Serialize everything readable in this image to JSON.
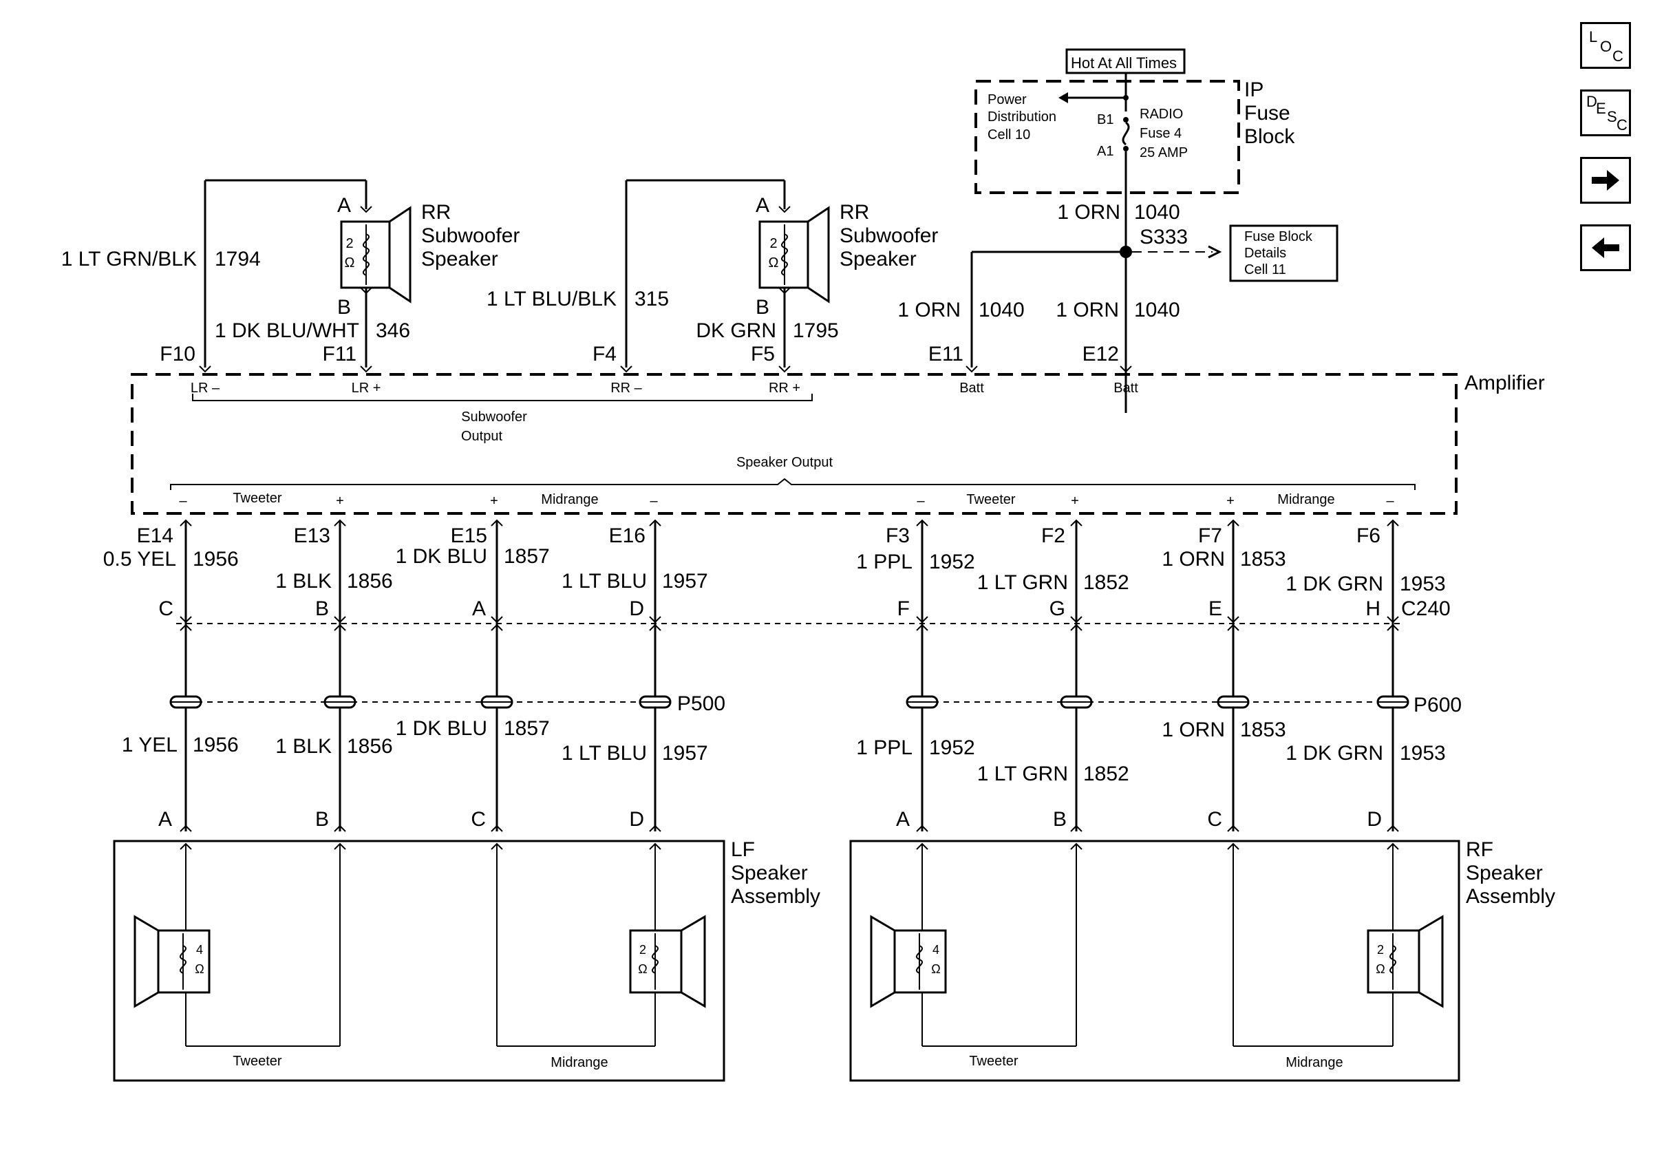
{
  "nav": {
    "loc": [
      "L",
      "O",
      "C"
    ],
    "desc": [
      "D",
      "E",
      "S",
      "C"
    ]
  },
  "fuse_block": {
    "hot_label": "Hot At All Times",
    "pdc": [
      "Power",
      "Distribution",
      "Cell 10"
    ],
    "pins": [
      "B1",
      "A1"
    ],
    "fuse": [
      "RADIO",
      "Fuse 4",
      "25 AMP"
    ],
    "title": [
      "IP",
      "Fuse",
      "Block"
    ]
  },
  "fused_feed": {
    "wire": "1 ORN",
    "circuit": "1040",
    "splice": "S333"
  },
  "details": [
    "Fuse Block",
    "Details",
    "Cell 11"
  ],
  "batt_feeds": [
    {
      "wire": "1 ORN",
      "circuit": "1040",
      "pin": "E11",
      "term": "Batt"
    },
    {
      "wire": "1 ORN",
      "circuit": "1040",
      "pin": "E12",
      "term": "Batt"
    }
  ],
  "subwoofers": [
    {
      "title": [
        "RR",
        "Subwoofer",
        "Speaker"
      ],
      "ohms": [
        "2",
        "Ω"
      ],
      "pin_a": "A",
      "pin_b": "B",
      "neg": {
        "wire": "1 LT GRN/BLK",
        "circuit": "1794",
        "pin": "F10",
        "term": "LR –"
      },
      "pos": {
        "wire": "1 DK BLU/WHT",
        "circuit": "346",
        "pin": "F11",
        "term": "LR +"
      }
    },
    {
      "title": [
        "RR",
        "Subwoofer",
        "Speaker"
      ],
      "ohms": [
        "2",
        "Ω"
      ],
      "pin_a": "A",
      "pin_b": "B",
      "neg": {
        "wire": "1 LT BLU/BLK",
        "circuit": "315",
        "pin": "F4",
        "term": "RR –"
      },
      "pos": {
        "wire": "DK GRN",
        "circuit": "1795",
        "pin": "F5",
        "term": "RR +"
      }
    }
  ],
  "amplifier": {
    "title": "Amplifier",
    "sub_output": [
      "Subwoofer",
      "Output"
    ],
    "speaker_output": "Speaker Output",
    "groups": [
      "Tweeter",
      "Midrange",
      "Tweeter",
      "Midrange"
    ],
    "signs": [
      "–",
      "+",
      "+",
      "–",
      "–",
      "+",
      "+",
      "–"
    ]
  },
  "channels": [
    {
      "amp_pin": "E14",
      "upper_wire": "0.5 YEL",
      "upper_ckt": "1956",
      "c240": "C",
      "lower_wire": "1 YEL",
      "lower_ckt": "1956",
      "spk_pin": "A"
    },
    {
      "amp_pin": "E13",
      "upper_wire": "1 BLK",
      "upper_ckt": "1856",
      "c240": "B",
      "lower_wire": "1 BLK",
      "lower_ckt": "1856",
      "spk_pin": "B"
    },
    {
      "amp_pin": "E15",
      "upper_wire": "1 DK BLU",
      "upper_ckt": "1857",
      "c240": "A",
      "lower_wire": "1 DK BLU",
      "lower_ckt": "1857",
      "spk_pin": "C"
    },
    {
      "amp_pin": "E16",
      "upper_wire": "1 LT BLU",
      "upper_ckt": "1957",
      "c240": "D",
      "lower_wire": "1 LT BLU",
      "lower_ckt": "1957",
      "spk_pin": "D"
    },
    {
      "amp_pin": "F3",
      "upper_wire": "1 PPL",
      "upper_ckt": "1952",
      "c240": "F",
      "lower_wire": "1 PPL",
      "lower_ckt": "1952",
      "spk_pin": "A"
    },
    {
      "amp_pin": "F2",
      "upper_wire": "1 LT GRN",
      "upper_ckt": "1852",
      "c240": "G",
      "lower_wire": "1 LT GRN",
      "lower_ckt": "1852",
      "spk_pin": "B"
    },
    {
      "amp_pin": "F7",
      "upper_wire": "1 ORN",
      "upper_ckt": "1853",
      "c240": "E",
      "lower_wire": "1 ORN",
      "lower_ckt": "1853",
      "spk_pin": "C"
    },
    {
      "amp_pin": "F6",
      "upper_wire": "1 DK GRN",
      "upper_ckt": "1953",
      "c240": "H",
      "lower_wire": "1 DK GRN",
      "lower_ckt": "1953",
      "spk_pin": "D"
    }
  ],
  "connectors": {
    "c240": "C240",
    "p500": "P500",
    "p600": "P600"
  },
  "assemblies": [
    {
      "title": [
        "LF",
        "Speaker",
        "Assembly"
      ],
      "tweeter": "Tweeter",
      "midrange": "Midrange",
      "tw_ohms": [
        "4",
        "Ω"
      ],
      "mid_ohms": [
        "2",
        "Ω"
      ]
    },
    {
      "title": [
        "RF",
        "Speaker",
        "Assembly"
      ],
      "tweeter": "Tweeter",
      "midrange": "Midrange",
      "tw_ohms": [
        "4",
        "Ω"
      ],
      "mid_ohms": [
        "2",
        "Ω"
      ]
    }
  ]
}
